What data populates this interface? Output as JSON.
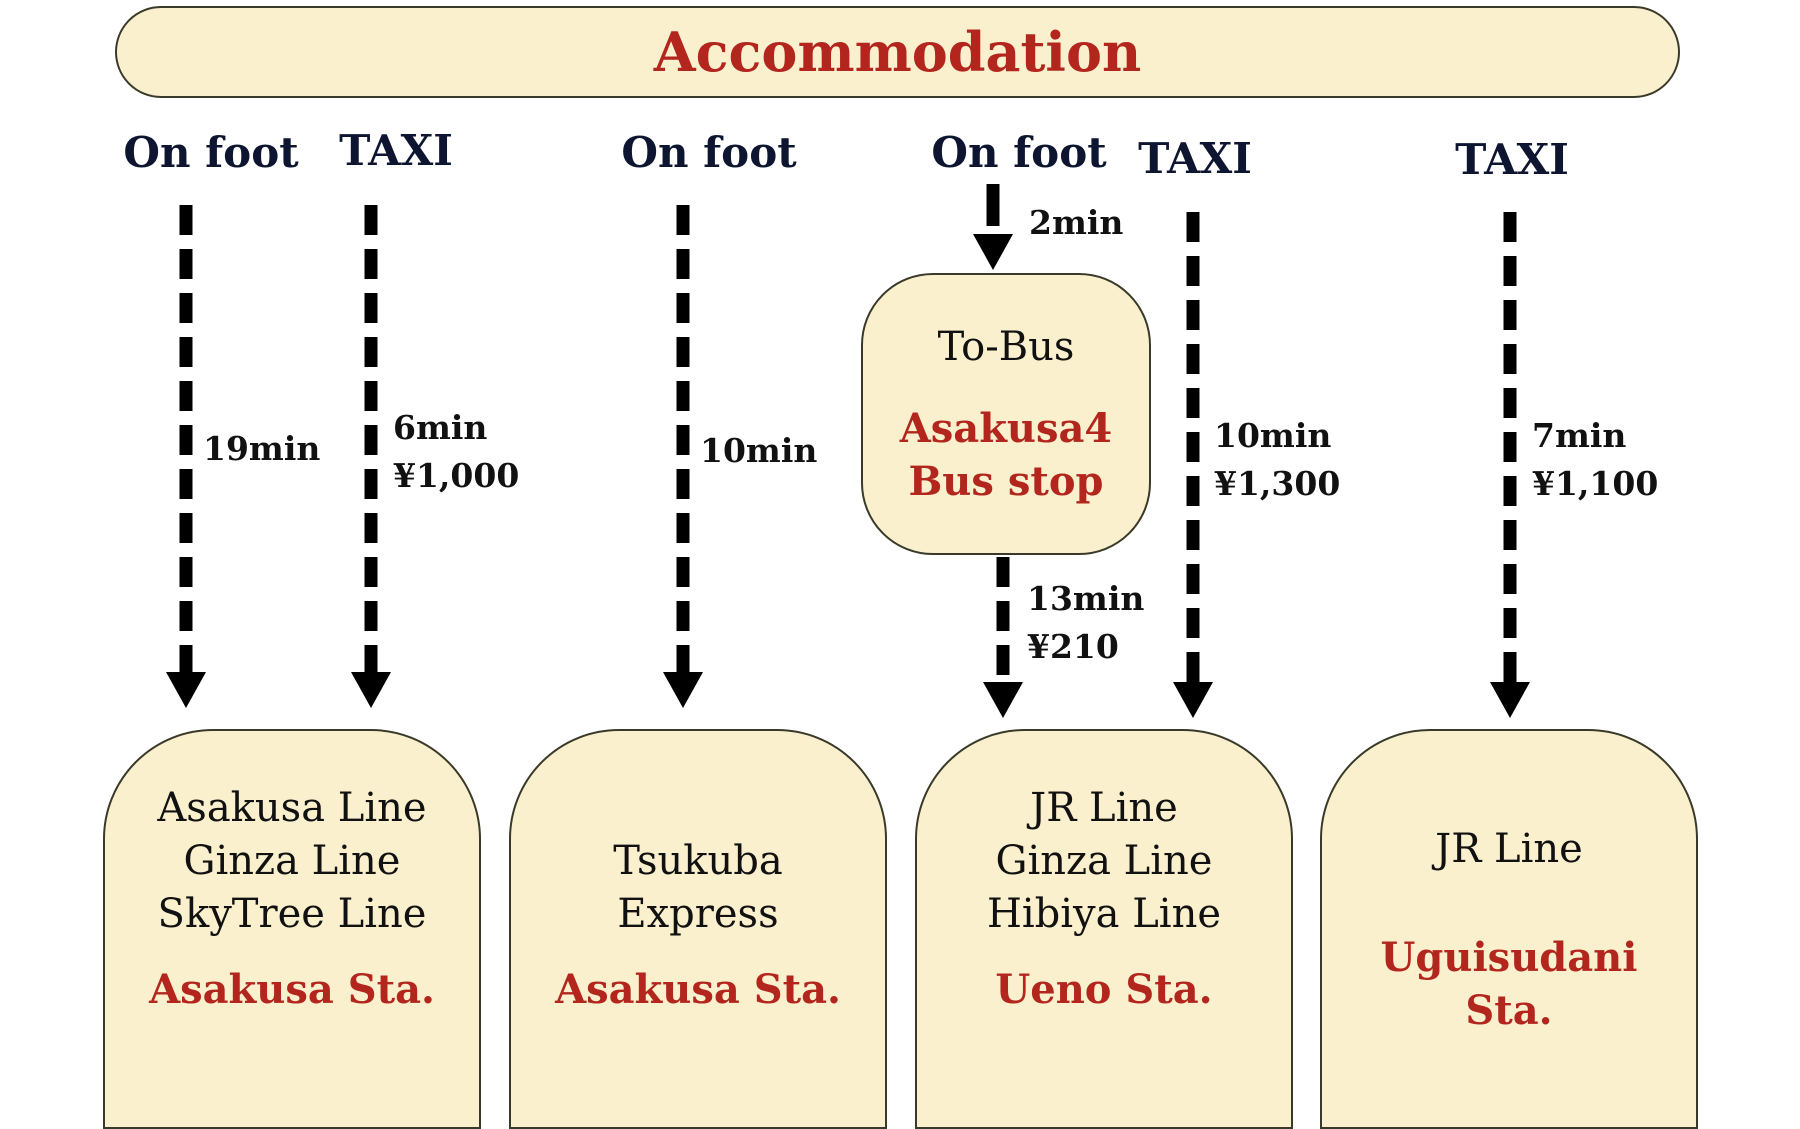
{
  "header": {
    "title": "Accommodation"
  },
  "routes": [
    {
      "mode": "On foot",
      "time": "19min"
    },
    {
      "mode": "TAXI",
      "time": "6min",
      "fare": "¥1,000"
    },
    {
      "mode": "On foot",
      "time": "10min"
    },
    {
      "mode": "On foot",
      "walk_time": "2min",
      "bus_time": "13min",
      "bus_fare": "¥210"
    },
    {
      "mode": "TAXI",
      "time": "10min",
      "fare": "¥1,300"
    },
    {
      "mode": "TAXI",
      "time": "7min",
      "fare": "¥1,100"
    }
  ],
  "bus_stop": {
    "operator": "To-Bus",
    "name_line1": "Asakusa4",
    "name_line2": "Bus stop"
  },
  "stations": [
    {
      "lines": [
        "Asakusa Line",
        "Ginza Line",
        "SkyTree Line"
      ],
      "station": "Asakusa Sta."
    },
    {
      "lines": [
        "Tsukuba",
        "Express"
      ],
      "station": "Asakusa Sta."
    },
    {
      "lines": [
        "JR Line",
        "Ginza Line",
        "Hibiya Line"
      ],
      "station": "Ueno Sta."
    },
    {
      "lines": [
        "JR Line"
      ],
      "station_line1": "Uguisudani",
      "station_line2": "Sta."
    }
  ],
  "colors": {
    "accent_red": "#b3261e",
    "box_fill": "#faf0cd",
    "mode_text": "#0d1530"
  }
}
